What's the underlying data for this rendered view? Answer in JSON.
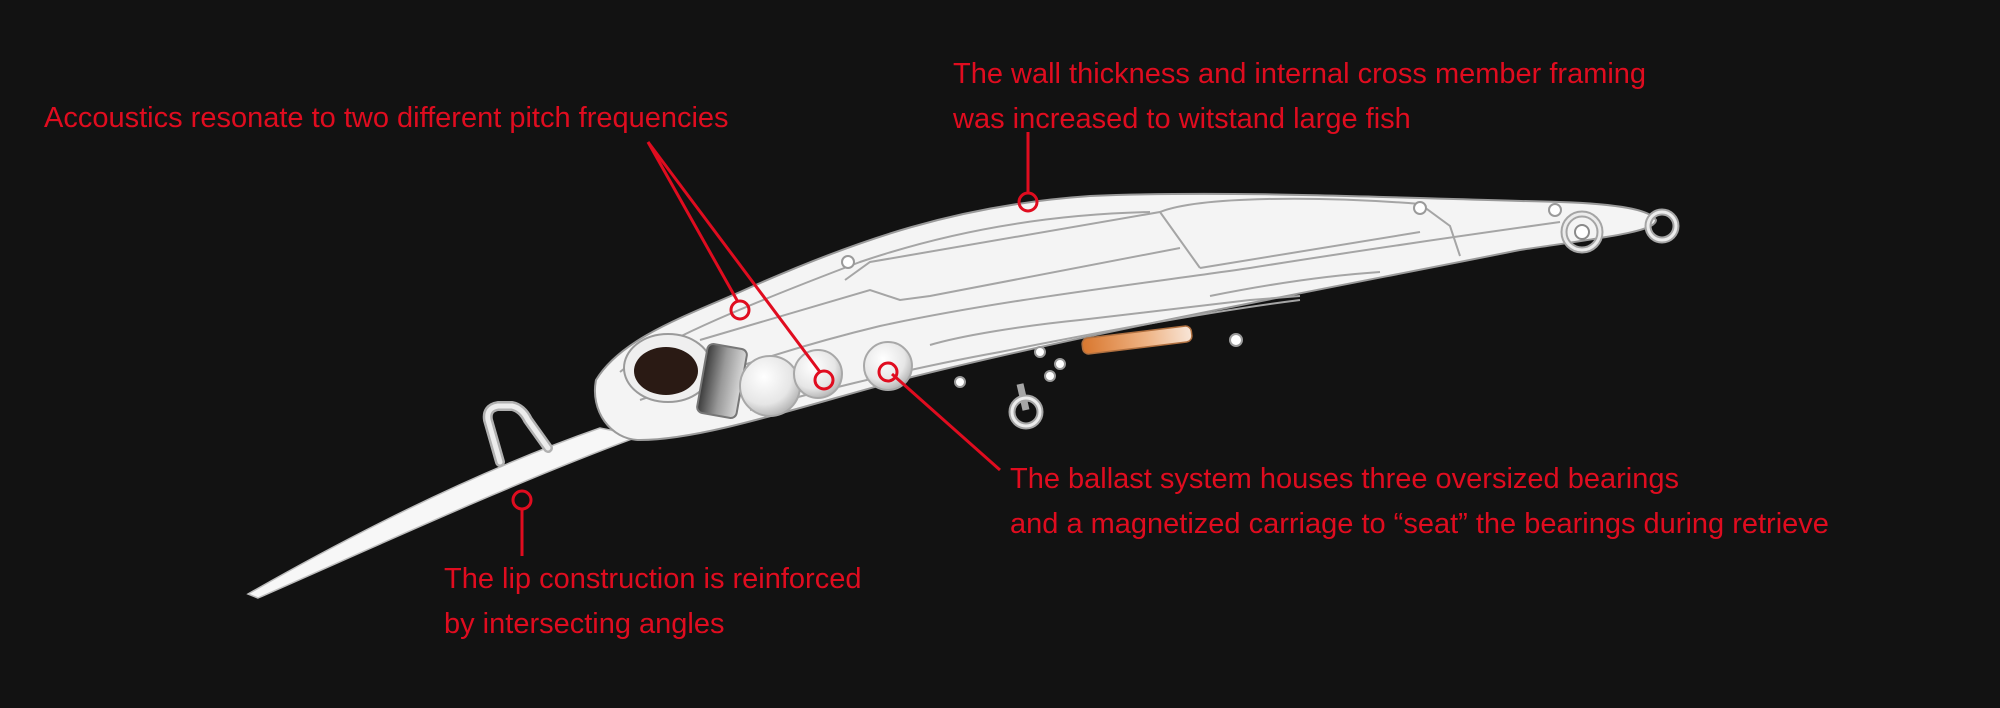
{
  "callouts": {
    "acoustics": {
      "lines": [
        "Accoustics resonate to two different pitch frequencies"
      ]
    },
    "wall": {
      "lines": [
        "The wall thickness and internal cross member framing",
        "was increased to witstand large fish"
      ]
    },
    "ballast": {
      "lines": [
        "The ballast system houses three oversized bearings",
        "and a magnetized carriage to “seat” the bearings during retrieve"
      ]
    },
    "lip": {
      "lines": [
        "The lip construction is reinforced",
        "by intersecting angles"
      ]
    }
  },
  "colors": {
    "background": "#121212",
    "callout_red": "#e00c1f",
    "lure_body": "#f4f4f4",
    "lure_outline": "#9a9a9a",
    "magnet_orange": "#d9772e"
  }
}
